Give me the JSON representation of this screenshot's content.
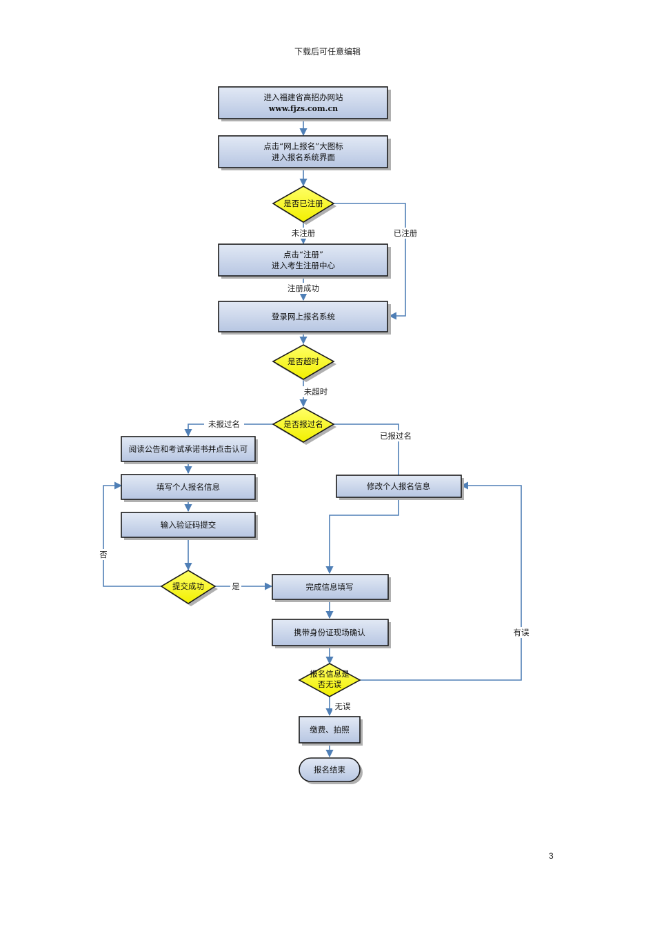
{
  "header": "下载后可任意编辑",
  "page_number": "3",
  "colors": {
    "box_fill": "#c5d2e8",
    "diamond_fill": "#ffff00",
    "arrow": "#4f7fb6",
    "border": "#1a1a1a"
  },
  "nodes": {
    "start": {
      "line1": "进入福建省高招办网站",
      "line2": "www.fjzs.com.cn"
    },
    "click_big": {
      "line1": "点击“网上报名”大图标",
      "line2": "进入报名系统界面"
    },
    "registered_q": "是否已注册",
    "click_reg": {
      "line1": "点击“注册”",
      "line2": "进入考生注册中心"
    },
    "login": "登录网上报名系统",
    "timeout_q": "是否超时",
    "applied_q": "是否报过名",
    "read_notice": "阅读公告和考试承诺书并点击认可",
    "fill_info": "填写个人报名信息",
    "input_code": "输入验证码提交",
    "submit_ok_q": "提交成功",
    "modify_info": "修改个人报名信息",
    "complete_info": "完成信息填写",
    "bring_id": "携带身份证现场确认",
    "info_ok_q": {
      "line1": "报名信息是",
      "line2": "否无误"
    },
    "pay_photo": "缴费、拍照",
    "end": "报名结束"
  },
  "edge_labels": {
    "not_registered": "未注册",
    "registered": "已注册",
    "reg_success": "注册成功",
    "not_timeout": "未超时",
    "not_applied": "未报过名",
    "applied": "已报过名",
    "no": "否",
    "yes": "是",
    "has_error": "有误",
    "no_error": "无误"
  }
}
